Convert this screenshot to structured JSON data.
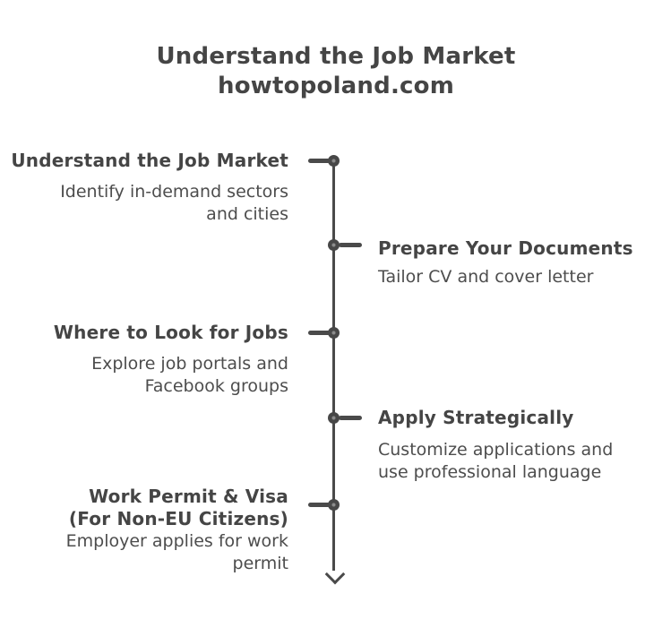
{
  "header": {
    "title": "Understand the Job Market",
    "subtitle": "howtopoland.com"
  },
  "timeline": {
    "steps": [
      {
        "side": "left",
        "title": "Understand the Job Market",
        "description": "Identify in-demand sectors and cities"
      },
      {
        "side": "right",
        "title": "Prepare Your Documents",
        "description": "Tailor CV and cover letter"
      },
      {
        "side": "left",
        "title": "Where to Look for Jobs",
        "description": "Explore job portals and Facebook groups"
      },
      {
        "side": "right",
        "title": "Apply Strategically",
        "description": "Customize applications and use professional language"
      },
      {
        "side": "left",
        "title": "Work Permit & Visa (For Non-EU Citizens)",
        "description": "Employer applies for work permit"
      }
    ]
  },
  "colors": {
    "background": "#ffffff",
    "heading_text": "#454545",
    "body_text": "#4d4d4d",
    "timeline_line": "#4a4a4a"
  }
}
